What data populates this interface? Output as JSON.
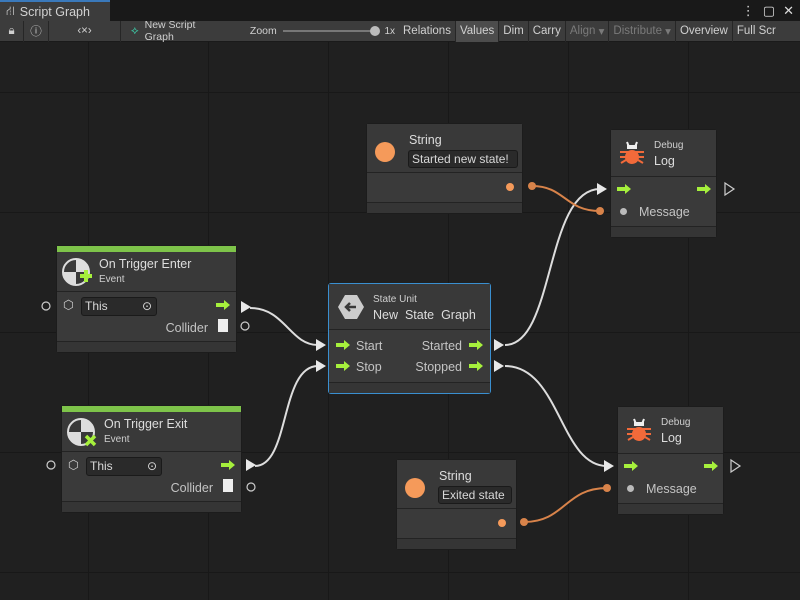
{
  "window": {
    "tab_title": "Script Graph"
  },
  "toolbar": {
    "graph_name": "New Script Graph",
    "zoom_label": "Zoom",
    "zoom_value": "1x",
    "zoom_level": 1.0,
    "buttons": [
      "Relations",
      "Values",
      "Dim",
      "Carry",
      "Align",
      "Distribute",
      "Overview",
      "Full Scr"
    ]
  },
  "nodes": {
    "trigger_enter": {
      "title": "On Trigger Enter",
      "subtitle": "Event",
      "target": "This",
      "output": "Collider"
    },
    "trigger_exit": {
      "title": "On Trigger Exit",
      "subtitle": "Event",
      "target": "This",
      "output": "Collider"
    },
    "state_unit": {
      "subtitle": "State Unit",
      "title": "New  State  Graph",
      "in1": "Start",
      "in2": "Stop",
      "out1": "Started",
      "out2": "Stopped"
    },
    "string1": {
      "title": "String",
      "value": "Started new state!"
    },
    "string2": {
      "title": "String",
      "value": "Exited state"
    },
    "debug1": {
      "subtitle": "Debug",
      "title": "Log",
      "input": "Message"
    },
    "debug2": {
      "subtitle": "Debug",
      "title": "Log",
      "input": "Message"
    }
  },
  "colors": {
    "flow": "#a6f03c",
    "string": "#f59a5a",
    "edge_value": "#d8834a",
    "event_bar": "#7ec44a",
    "selected": "#3a8fd0",
    "debug_icon": "#f26a3a"
  }
}
